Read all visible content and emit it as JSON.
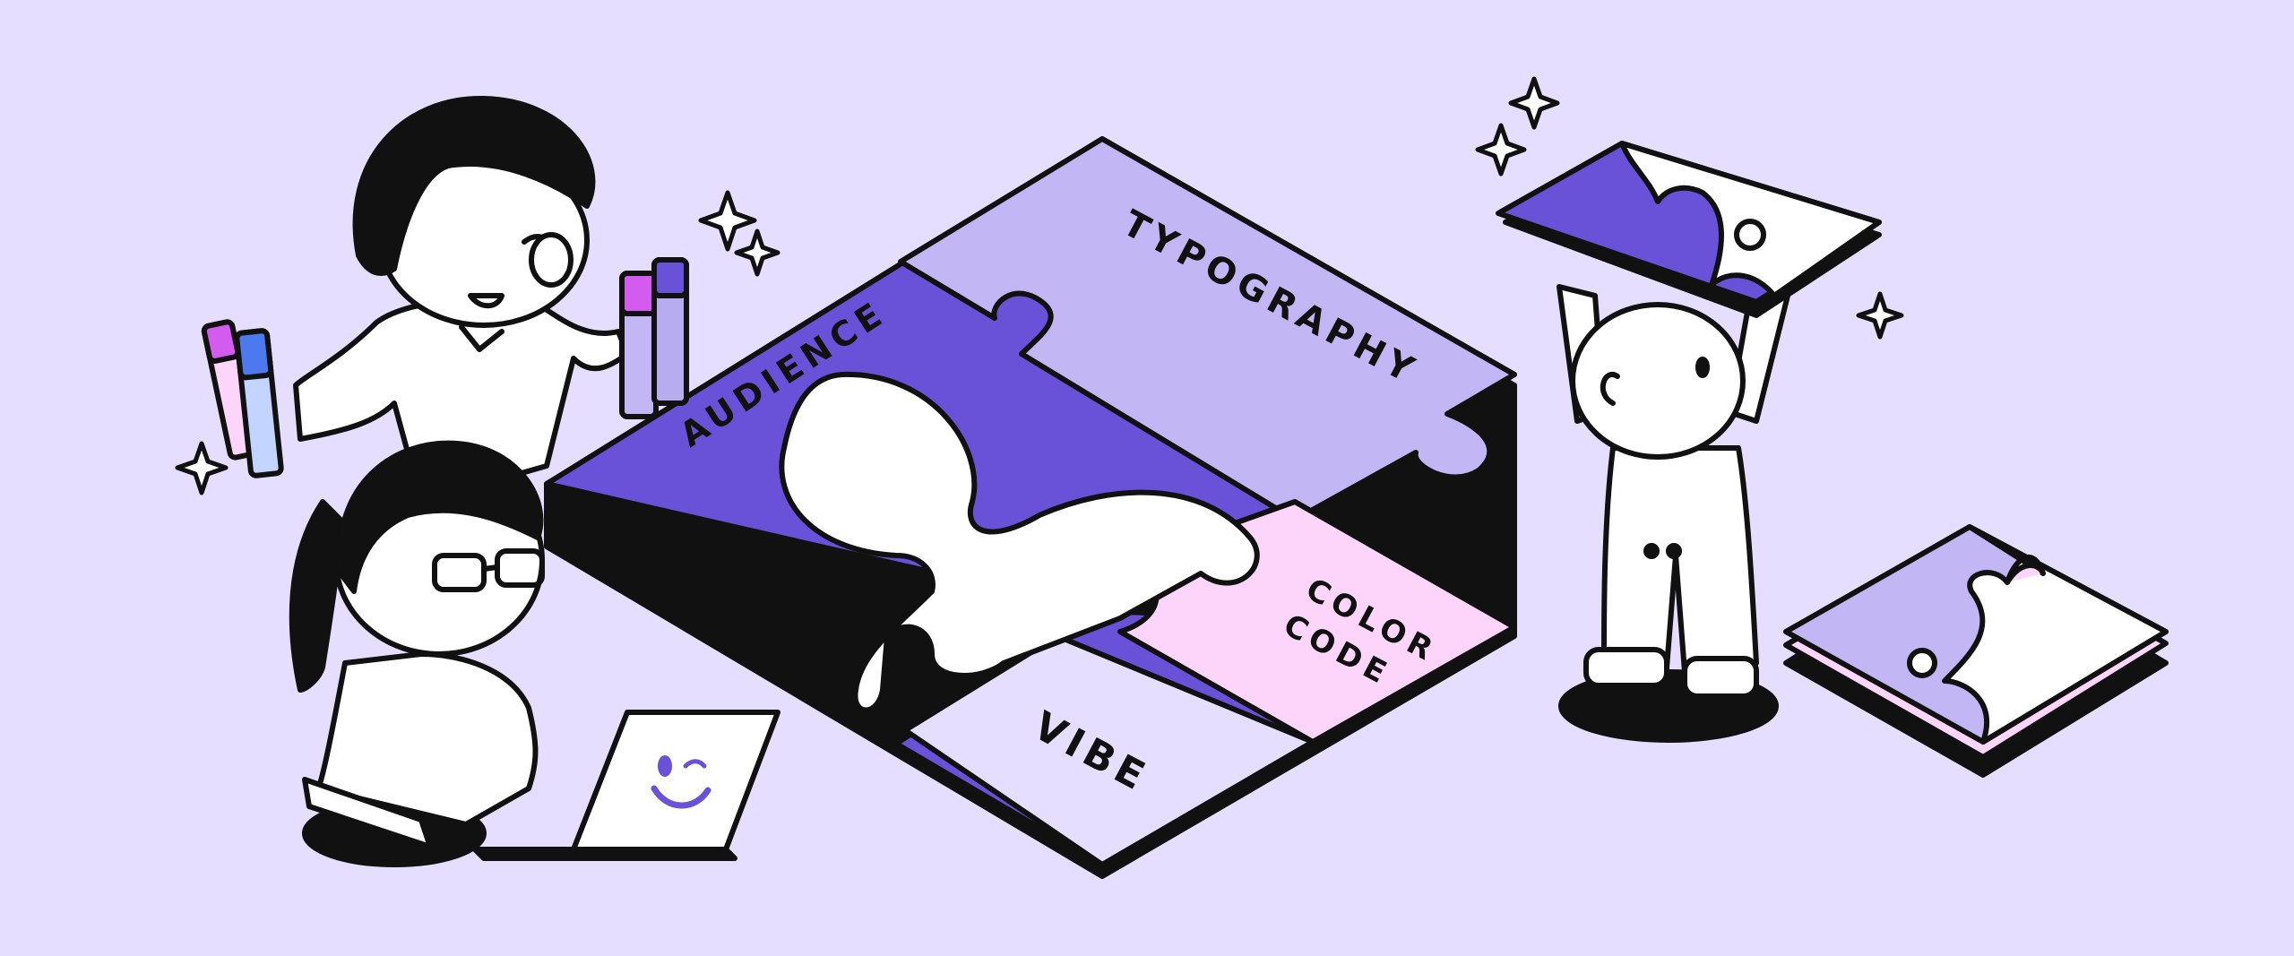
{
  "colors": {
    "background": "#e6deff",
    "purple": "#6a52d8",
    "lavender": "#c2b6f5",
    "pink": "#fdd5fb",
    "magenta": "#d35bf0",
    "blue": "#4d79ef",
    "ink": "#111111",
    "white": "#ffffff"
  },
  "puzzle": {
    "labels": {
      "typography": "TYPOGRAPHY",
      "audience": "AUDIENCE",
      "color_line1": "COLOR",
      "color_line2": "CODE",
      "vibe": "VIBE"
    }
  },
  "icons": [
    "sparkle-icon",
    "smiley-face-icon",
    "color-swatch-icon",
    "puzzle-piece-icon"
  ]
}
